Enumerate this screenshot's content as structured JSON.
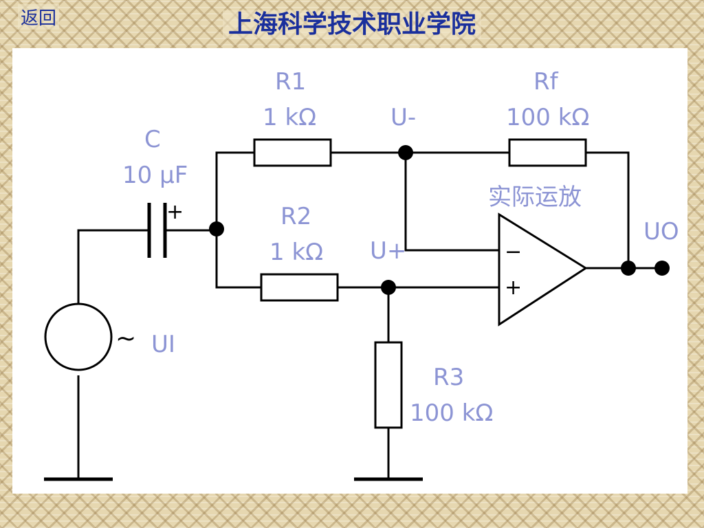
{
  "header": {
    "back_label": "返回",
    "title": "上海科学技术职业学院"
  },
  "diagram": {
    "components": {
      "c": {
        "name": "C",
        "value": "10 µF",
        "polarity": "+"
      },
      "r1": {
        "name": "R1",
        "value": "1 kΩ"
      },
      "r2": {
        "name": "R2",
        "value": "1 kΩ"
      },
      "r3": {
        "name": "R3",
        "value": "100 kΩ"
      },
      "rf": {
        "name": "Rf",
        "value": "100 kΩ"
      },
      "opamp": {
        "label": "实际运放",
        "minus": "−",
        "plus": "+"
      },
      "source": {
        "symbol": "~",
        "name": "UI"
      }
    },
    "nodes": {
      "u_minus": "U-",
      "u_plus": "U+",
      "output": "UO"
    },
    "colors": {
      "label": "#8c94d4",
      "title": "#1a2f9c",
      "wire": "#000000"
    }
  }
}
